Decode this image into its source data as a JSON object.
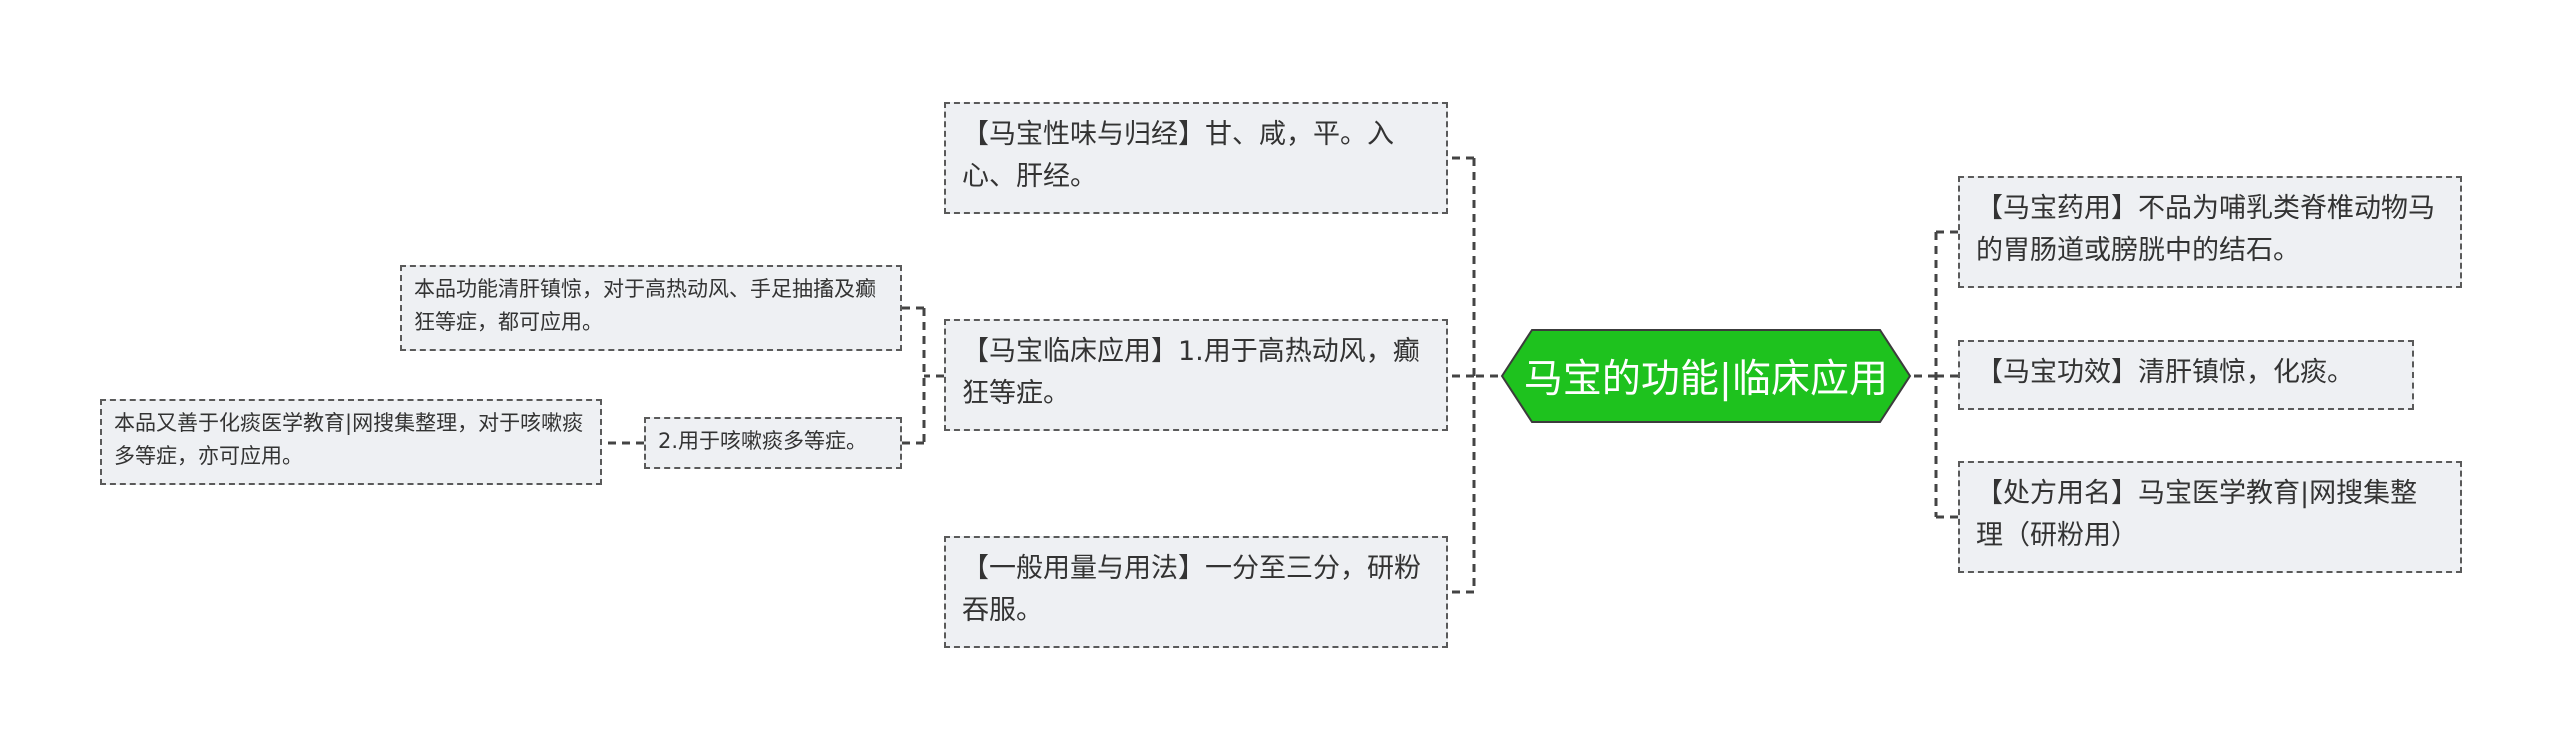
{
  "center": {
    "label": "马宝的功能|临床应用",
    "fill": "#1ec21e",
    "stroke": "#3c3c3c"
  },
  "left_nodes": [
    {
      "label": "【马宝性味与归经】甘、咸，平。入心、肝经。"
    },
    {
      "label": "【马宝临床应用】1.用于高热动风，癫狂等症。",
      "children": [
        {
          "label": "本品功能清肝镇惊，对于高热动风、手足抽搐及癫狂等症，都可应用。"
        },
        {
          "label": "2.用于咳嗽痰多等症。",
          "children": [
            {
              "label": "本品又善于化痰医学教育|网搜集整理，对于咳嗽痰多等症，亦可应用。"
            }
          ]
        }
      ]
    },
    {
      "label": "【一般用量与用法】一分至三分，研粉吞服。"
    }
  ],
  "right_nodes": [
    {
      "label": "【马宝药用】不品为哺乳类脊椎动物马的胃肠道或膀胱中的结石。"
    },
    {
      "label": "【马宝功效】清肝镇惊，化痰。"
    },
    {
      "label": "【处方用名】马宝医学教育|网搜集整理（研粉用）"
    }
  ],
  "connector_color": "#444444"
}
